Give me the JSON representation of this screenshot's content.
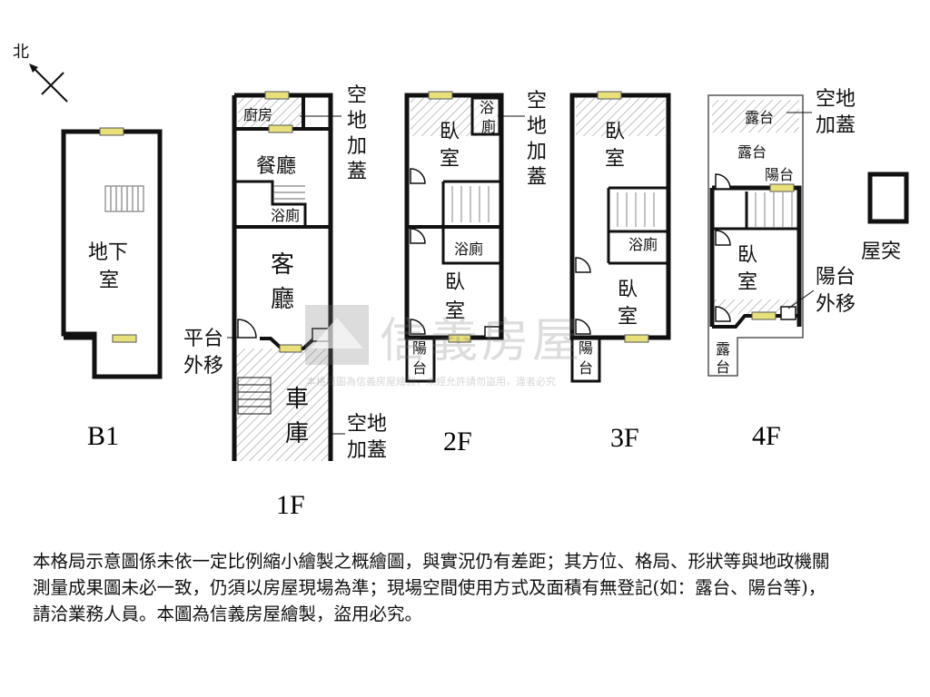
{
  "compass": {
    "north": "北"
  },
  "floors": {
    "b1": {
      "label": "B1",
      "rooms": [
        "地下",
        "室"
      ]
    },
    "f1": {
      "label": "1F",
      "kitchen": "廚房",
      "dining": "餐廳",
      "bath": "浴廁",
      "living": [
        "客",
        "廳"
      ],
      "garage": [
        "車",
        "庫"
      ],
      "platform_moved": [
        "平台",
        "外移"
      ],
      "addon_top": [
        "空",
        "地",
        "加",
        "蓋"
      ],
      "addon_bottom": [
        "空地",
        "加蓋"
      ]
    },
    "f2": {
      "label": "2F",
      "bath_top": [
        "浴",
        "廁"
      ],
      "bedroom_top": [
        "臥",
        "室"
      ],
      "bath_mid": "浴廁",
      "bedroom_bottom": [
        "臥",
        "室"
      ],
      "balcony": [
        "陽",
        "台"
      ],
      "addon": [
        "空",
        "地",
        "加",
        "蓋"
      ]
    },
    "f3": {
      "label": "3F",
      "bedroom_top": [
        "臥",
        "室"
      ],
      "bath_mid": "浴廁",
      "bedroom_bottom": [
        "臥",
        "室"
      ],
      "balcony": [
        "陽",
        "台"
      ]
    },
    "f4": {
      "label": "4F",
      "terrace_top": "露台",
      "terrace_mid": "露台",
      "balcony_small": "陽台",
      "bedroom": [
        "臥",
        "室"
      ],
      "terrace_bottom": [
        "露",
        "台"
      ],
      "addon": [
        "空地",
        "加蓋"
      ],
      "balcony_moved": [
        "陽台",
        "外移"
      ]
    },
    "roof": {
      "label": "屋突"
    }
  },
  "watermark": {
    "brand": "信義房屋",
    "sub": "本格局圖為信義房屋繪製，未經允許請勿盜用，違者必究"
  },
  "note": "本格局示意圖係未依一定比例縮小繪製之概繪圖，與實況仍有差距；其方位、格局、形狀等與地政機關測量成果圖未必一致，仍須以房屋現場為準；現場空間使用方式及面積有無登記(如：露台、陽台等)，請洽業務人員。本圖為信義房屋繪製，盜用必究。",
  "colors": {
    "wall": "#111111",
    "window": "#e8e07a",
    "hatch": "#999999"
  }
}
